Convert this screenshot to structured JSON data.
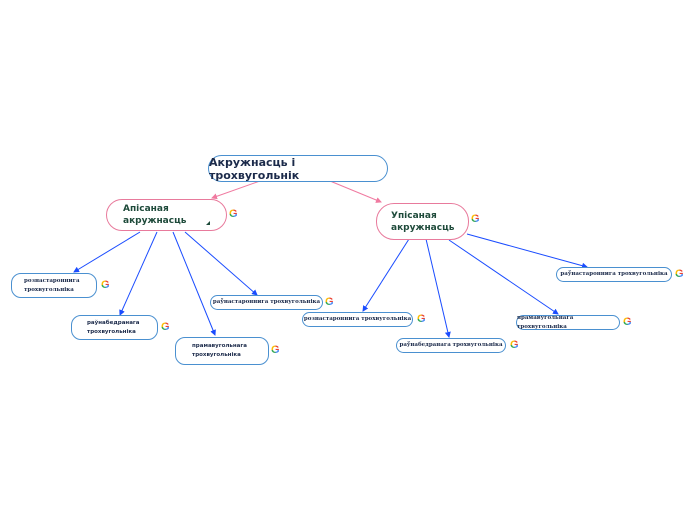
{
  "root": {
    "label": "Акружнасць і трохвугольнік"
  },
  "branches": [
    {
      "label": "Апісаная акружнасць",
      "has_collapse_marker": true,
      "children": [
        {
          "label": "рознастароннига трохвугольніка"
        },
        {
          "label": "раўнабедранага трохвугольніка"
        },
        {
          "label": "прамавугольнага трохвугольніка"
        },
        {
          "label": "раўнастароннига трохвугольніка"
        }
      ]
    },
    {
      "label": "Упісаная акружнасць",
      "children": [
        {
          "label": "рознастароннига трохвугольніка"
        },
        {
          "label": "раўнабедранага трохвугольніка"
        },
        {
          "label": "прамавугольнага трохвугольніка"
        },
        {
          "label": "раўнастароннига трохвугольніка"
        }
      ]
    }
  ],
  "icons": {
    "link_icon": "google-icon",
    "link_icon_glyph": "G"
  },
  "colors": {
    "root_border": "#4a90d0",
    "branch_border": "#e87a9c",
    "branch_link": "#f07aa0",
    "leaf_link": "#1a4cff"
  }
}
